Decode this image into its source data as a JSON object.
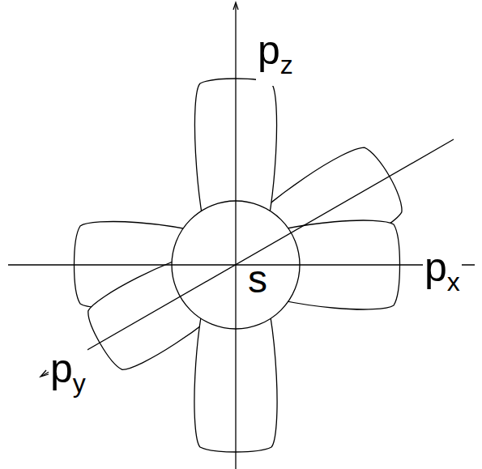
{
  "diagram": {
    "nodes": [
      {
        "text": [
          "s"
        ]
      }
    ],
    "labels": [
      "pz",
      "px",
      "py"
    ]
  }
}
